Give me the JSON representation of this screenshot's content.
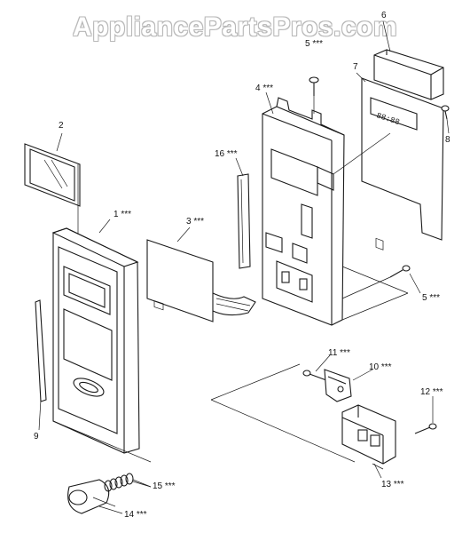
{
  "watermark": "AppliancePartsPros.com",
  "callouts": {
    "c1": "1 ***",
    "c2": "2",
    "c3": "3 ***",
    "c4": "4 ***",
    "c5a": "5 ***",
    "c5b": "5 ***",
    "c6": "6",
    "c7": "7",
    "c8": "8",
    "c9": "9",
    "c10": "10 ***",
    "c11": "11 ***",
    "c12": "12 ***",
    "c13": "13 ***",
    "c14": "14 ***",
    "c15": "15 ***",
    "c16": "16 ***"
  },
  "display_readout": "88:88"
}
